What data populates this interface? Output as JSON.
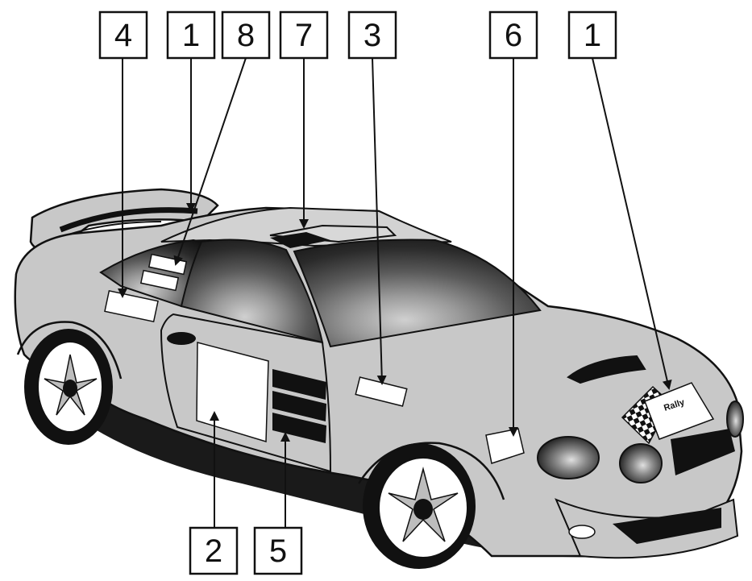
{
  "colors": {
    "body": "#c8c8c8",
    "dark": "#1a1a1a",
    "outline": "#111111",
    "sticker": "#ffffff",
    "glass_mid": "#5a5a5a",
    "glass_light": "#9a9a9a"
  },
  "labels": [
    {
      "id": "label-4-left",
      "text": "4"
    },
    {
      "id": "label-1-roof",
      "text": "1"
    },
    {
      "id": "label-8",
      "text": "8"
    },
    {
      "id": "label-7",
      "text": "7"
    },
    {
      "id": "label-3",
      "text": "3"
    },
    {
      "id": "label-6",
      "text": "6"
    },
    {
      "id": "label-1-hood",
      "text": "1"
    },
    {
      "id": "label-2",
      "text": "2"
    },
    {
      "id": "label-5",
      "text": "5"
    }
  ],
  "hood_plate_text": "Rally"
}
